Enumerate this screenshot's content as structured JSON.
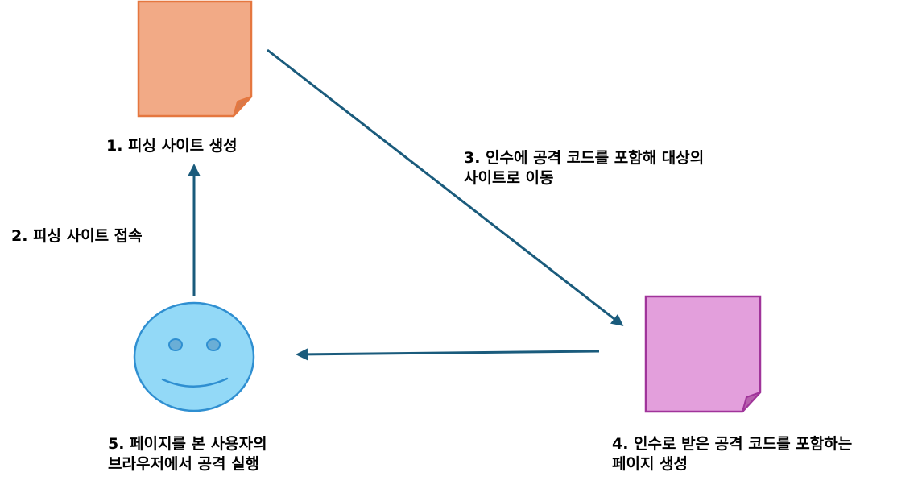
{
  "diagram": {
    "colors": {
      "phishing_page_fill": "#f2aa86",
      "phishing_page_stroke": "#e5773f",
      "target_page_fill": "#e39fdc",
      "target_page_stroke": "#a0349a",
      "user_face_fill": "#93d9f7",
      "user_face_stroke": "#2f8fd1",
      "eye_fill": "#6aaed6",
      "arrow": "#1a5b7c"
    },
    "icons": {
      "phishing_page": "document-icon",
      "target_page": "document-icon",
      "user": "smiley-face-icon"
    },
    "steps": {
      "step1": "1. 피싱 사이트 생성",
      "step2": "2. 피싱 사이트 접속",
      "step3": [
        "3. 인수에 공격 코드를 포함해 대상의",
        "사이트로 이동"
      ],
      "step4": [
        "4. 인수로 받은 공격 코드를 포함하는",
        "페이지 생성"
      ],
      "step5": [
        "5. 페이지를 본 사용자의",
        "브라우저에서 공격 실행"
      ]
    }
  }
}
